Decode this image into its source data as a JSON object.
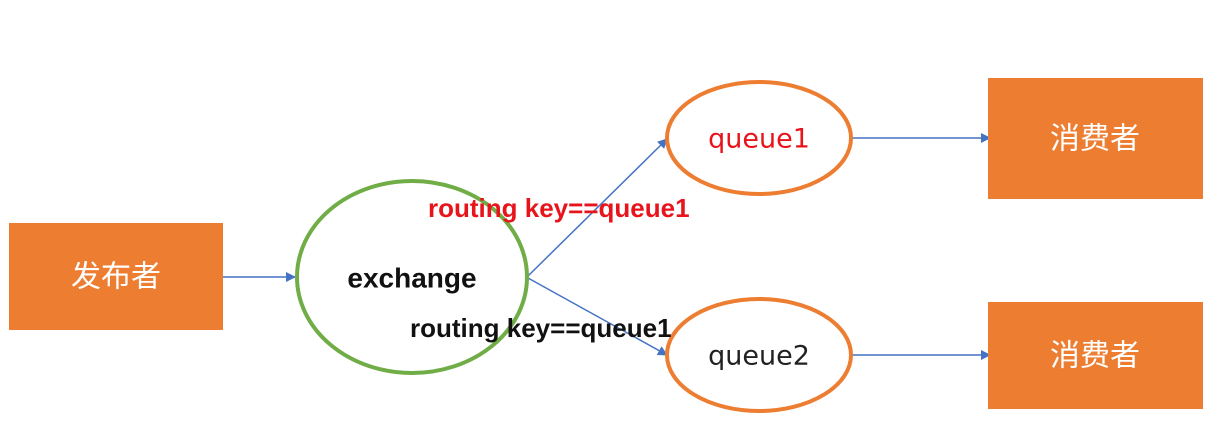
{
  "colors": {
    "box_fill": "#ed7d31",
    "box_text": "#ffffff",
    "exchange_stroke": "#70ad47",
    "queue_stroke": "#ed7d31",
    "arrow": "#4472c4",
    "highlight_text": "#e8141b",
    "dark_text": "#111111"
  },
  "publisher": {
    "label": "发布者"
  },
  "exchange": {
    "label": "exchange"
  },
  "queues": [
    {
      "label": "queue1",
      "text_color": "#e8141b"
    },
    {
      "label": "queue2",
      "text_color": "#222222"
    }
  ],
  "consumers": [
    {
      "label": "消费者"
    },
    {
      "label": "消费者"
    }
  ],
  "routes": [
    {
      "label": "routing key==queue1",
      "color": "#e8141b"
    },
    {
      "label": "routing key==queue1",
      "color": "#111111"
    }
  ]
}
